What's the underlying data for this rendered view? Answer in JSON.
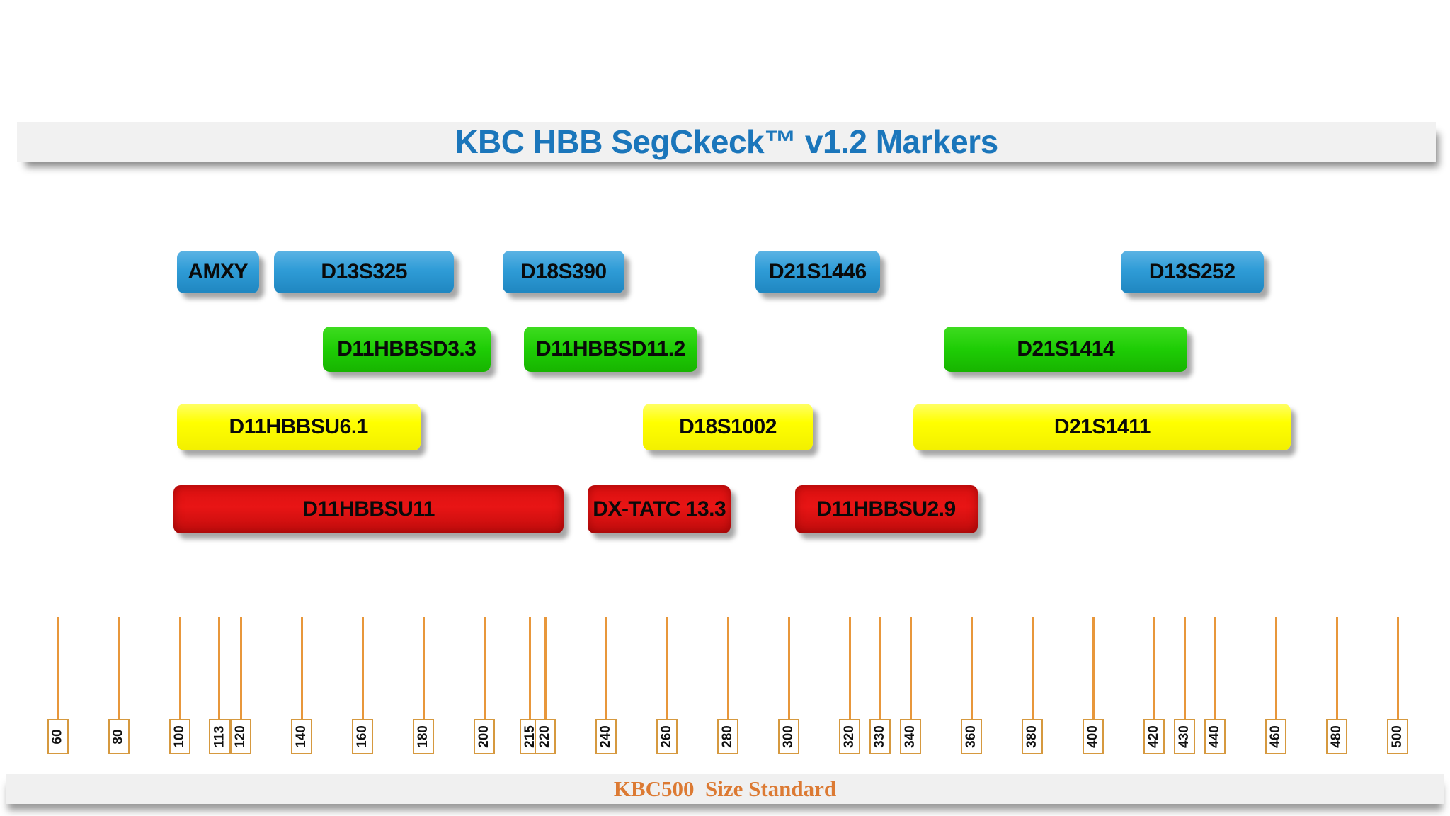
{
  "title": "KBC HBB SegCkeck™ v1.2 Markers",
  "footer": {
    "label": "KBC500  Size Standard"
  },
  "palette": {
    "title_text": "#1B76BB",
    "footer_text": "#DC7A33",
    "bar_background": "#F1F1F1",
    "blue_marker": "#2F9CD7",
    "green_marker": "#1ECD05",
    "yellow_marker": "#FFFF00",
    "red_marker": "#DE1010",
    "scale_orange": "#E8973B"
  },
  "scale": {
    "ticks": [
      60,
      80,
      100,
      113,
      120,
      140,
      160,
      180,
      200,
      215,
      220,
      240,
      260,
      280,
      300,
      320,
      330,
      340,
      360,
      380,
      400,
      420,
      430,
      440,
      460,
      480,
      500
    ]
  },
  "marker_rows": [
    {
      "name": "blue",
      "color": "#2F9CD7",
      "markers": [
        {
          "label": "AMXY",
          "from": 99,
          "to": 126
        },
        {
          "label": "D13S325",
          "from": 131,
          "to": 190
        },
        {
          "label": "D18S390",
          "from": 206,
          "to": 246
        },
        {
          "label": "D21S1446",
          "from": 289,
          "to": 330
        },
        {
          "label": "D13S252",
          "from": 409,
          "to": 456
        }
      ]
    },
    {
      "name": "green",
      "color": "#1ECD05",
      "markers": [
        {
          "label": "D11HBBSD3.3",
          "from": 147,
          "to": 202
        },
        {
          "label": "D11HBBSD11.2",
          "from": 213,
          "to": 270
        },
        {
          "label": "D21S1414",
          "from": 351,
          "to": 431
        }
      ]
    },
    {
      "name": "yellow",
      "color": "#FFFF00",
      "markers": [
        {
          "label": "D11HBBSU6.1",
          "from": 99,
          "to": 179
        },
        {
          "label": "D18S1002",
          "from": 252,
          "to": 308
        },
        {
          "label": "D21S1411",
          "from": 341,
          "to": 465
        }
      ]
    },
    {
      "name": "red",
      "color": "#DE1010",
      "markers": [
        {
          "label": "D11HBBSU11",
          "from": 98,
          "to": 226
        },
        {
          "label": "DX-TATC 13.3",
          "from": 234,
          "to": 281
        },
        {
          "label": "D11HBBSU2.9",
          "from": 302,
          "to": 362
        }
      ]
    }
  ]
}
